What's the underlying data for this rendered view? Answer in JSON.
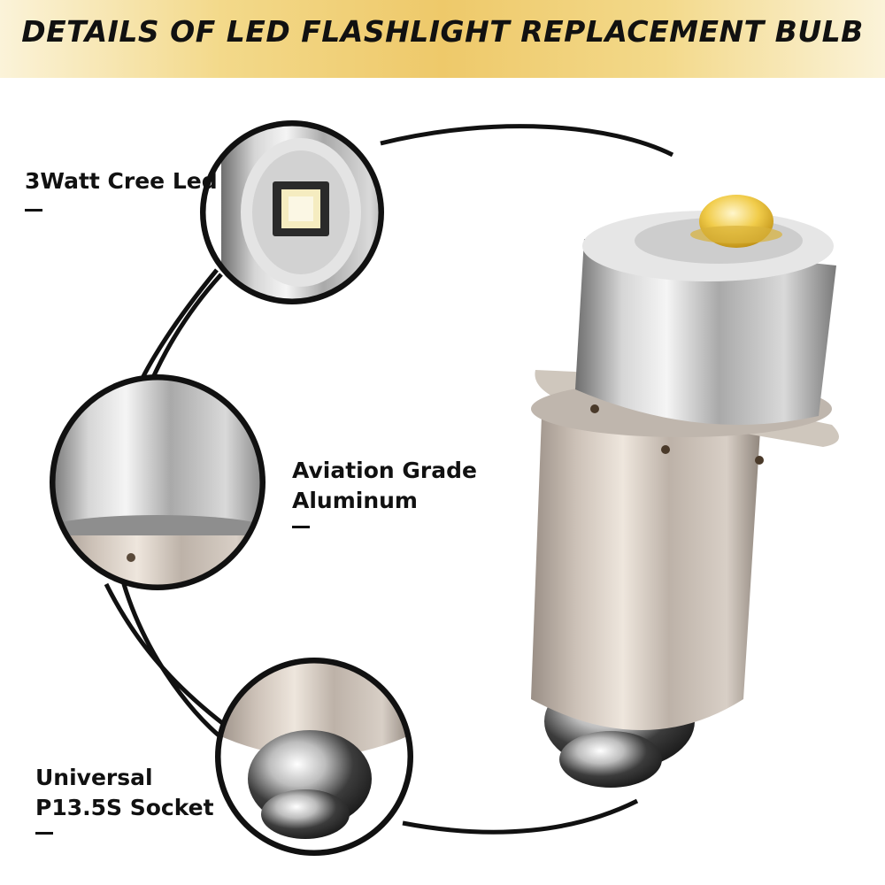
{
  "banner": {
    "title": "DETAILS OF LED FLASHLIGHT REPLACEMENT BULB"
  },
  "features": [
    {
      "line1": "3Watt Cree Led",
      "line2": ""
    },
    {
      "line1": "Aviation Grade",
      "line2": "Aluminum"
    },
    {
      "line1": "Universal",
      "line2": "P13.5S Socket"
    }
  ],
  "colors": {
    "banner_gold": "#eec96a",
    "arc": "#111111",
    "text": "#111111"
  },
  "icons": [
    "led-chip-closeup",
    "aluminum-body-closeup",
    "socket-tip-closeup",
    "led-bulb-product"
  ]
}
